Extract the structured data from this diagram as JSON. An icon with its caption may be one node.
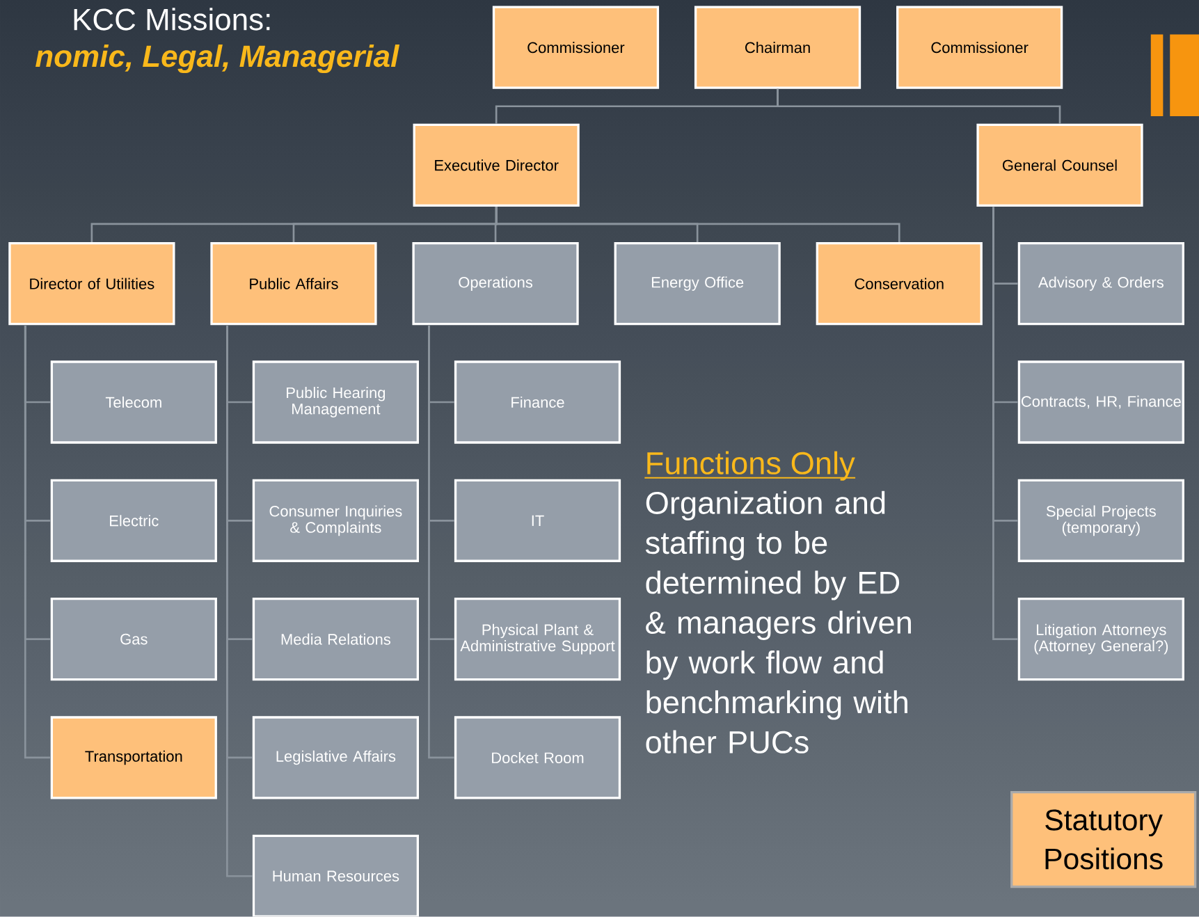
{
  "diagram": {
    "title": "KCC Missions:",
    "nodes": [
      {
        "text": [
          "Commissioner"
        ]
      },
      {
        "text": [
          "Chairman"
        ]
      },
      {
        "text": [
          "Commissioner"
        ]
      },
      {
        "text": [
          "Executive Director"
        ]
      },
      {
        "text": [
          "General Counsel"
        ]
      },
      {
        "text": [
          "Director of Utilities"
        ]
      },
      {
        "text": [
          "Public Affairs"
        ]
      },
      {
        "text": [
          "Operations"
        ]
      },
      {
        "text": [
          "Energy Office"
        ]
      },
      {
        "text": [
          "Conservation"
        ]
      },
      {
        "text": [
          "Advisory & Orders"
        ]
      },
      {
        "text": [
          "Telecom"
        ]
      },
      {
        "text": [
          "Electric"
        ]
      },
      {
        "text": [
          "Gas"
        ]
      },
      {
        "text": [
          "Transportation"
        ]
      },
      {
        "text": [
          "Public Hearing Management"
        ]
      },
      {
        "text": [
          "Consumer Inquiries & Complaints"
        ]
      },
      {
        "text": [
          "Media Relations"
        ]
      },
      {
        "text": [
          "Legislative Affairs"
        ]
      },
      {
        "text": [
          "Human Resources"
        ]
      },
      {
        "text": [
          "Finance"
        ]
      },
      {
        "text": [
          "IT"
        ]
      },
      {
        "text": [
          "Physical Plant & Administrative Support"
        ]
      },
      {
        "text": [
          "Docket Room"
        ]
      },
      {
        "text": [
          "Contracts, HR, Finance"
        ]
      },
      {
        "text": [
          "Special Projects (temporary)"
        ]
      },
      {
        "text": [
          "Litigation Attorneys (Attorney General?)"
        ]
      }
    ],
    "edges": [
      {
        "from": 1,
        "to": 3,
        "arrow": "none"
      },
      {
        "from": 1,
        "to": 4,
        "arrow": "none"
      },
      {
        "from": 3,
        "to": 5,
        "arrow": "none"
      },
      {
        "from": 3,
        "to": 6,
        "arrow": "none"
      },
      {
        "from": 3,
        "to": 7,
        "arrow": "none"
      },
      {
        "from": 3,
        "to": 8,
        "arrow": "none"
      },
      {
        "from": 3,
        "to": 9,
        "arrow": "none"
      },
      {
        "from": 4,
        "to": 10,
        "arrow": "none"
      },
      {
        "from": 4,
        "to": 24,
        "arrow": "none"
      },
      {
        "from": 4,
        "to": 25,
        "arrow": "none"
      },
      {
        "from": 4,
        "to": 26,
        "arrow": "none"
      },
      {
        "from": 5,
        "to": 11,
        "arrow": "none"
      },
      {
        "from": 5,
        "to": 12,
        "arrow": "none"
      },
      {
        "from": 5,
        "to": 13,
        "arrow": "none"
      },
      {
        "from": 5,
        "to": 14,
        "arrow": "none"
      },
      {
        "from": 6,
        "to": 15,
        "arrow": "none"
      },
      {
        "from": 6,
        "to": 16,
        "arrow": "none"
      },
      {
        "from": 6,
        "to": 17,
        "arrow": "none"
      },
      {
        "from": 6,
        "to": 18,
        "arrow": "none"
      },
      {
        "from": 6,
        "to": 19,
        "arrow": "none"
      },
      {
        "from": 7,
        "to": 20,
        "arrow": "none"
      },
      {
        "from": 7,
        "to": 21,
        "arrow": "none"
      },
      {
        "from": 7,
        "to": 22,
        "arrow": "none"
      },
      {
        "from": 7,
        "to": 23,
        "arrow": "none"
      }
    ],
    "labels": [
      "nomic, Legal, Managerial",
      "Functions Only",
      "Organization and staffing to be determined by ED & managers driven by work flow and benchmarking with other PUCs"
    ],
    "legend": [
      {
        "text": "Statutory Positions",
        "color": "#fec07a"
      }
    ]
  }
}
